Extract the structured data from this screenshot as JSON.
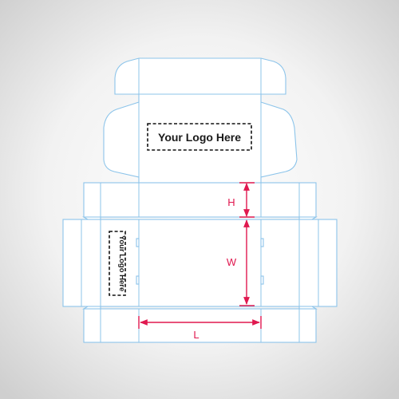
{
  "logo_text": "Your Logo Here",
  "dimensions": {
    "height": "H",
    "width": "W",
    "length": "L"
  },
  "colors": {
    "background_center": "#ffffff",
    "background_edge": "#cfcfcf",
    "dieline": "#8cc4ea",
    "dimension": "#e0184f",
    "logo": "#111111"
  }
}
